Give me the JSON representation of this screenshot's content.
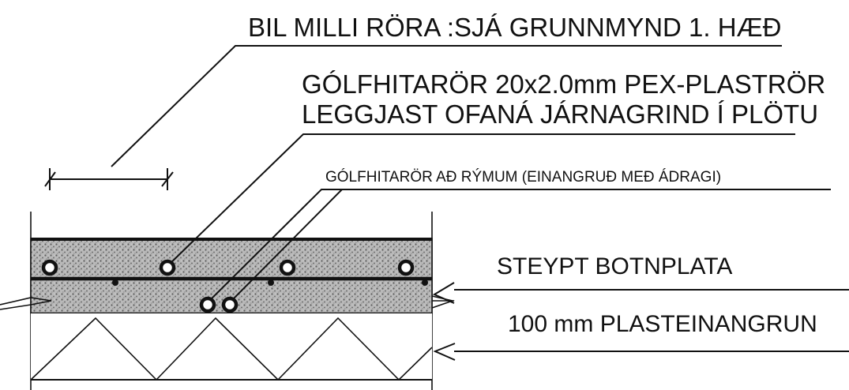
{
  "labels": {
    "spacing": "BIL MILLI RÖRA :SJÁ GRUNNMYND 1. HÆÐ",
    "pipe_line1": "GÓLFHITARÖR 20x2.0mm PEX-PLASTRÖR",
    "pipe_line2": "LEGGJAST OFANÁ JÁRNAGRIND Í PLÖTU",
    "pipe_rooms": "GÓLFHITARÖR AÐ RÝMUM (EINANGRUÐ MEÐ ÁDRAGI)",
    "slab": "STEYPT BOTNPLATA",
    "insulation": "100 mm PLASTEINANGRUN"
  },
  "colors": {
    "ink": "#111111",
    "paper": "#ffffff",
    "concrete_stipple": "#7a7a7a"
  },
  "icons": {
    "pipe": "open-circle",
    "rebar": "filled-dot",
    "insulation_hatch": "zigzag",
    "leader_end": "arrowhead"
  }
}
